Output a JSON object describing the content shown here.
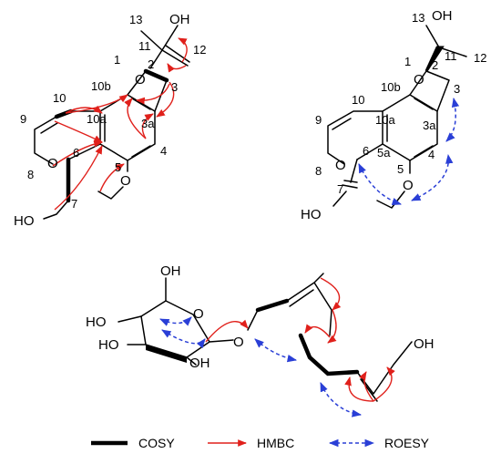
{
  "structure_a": {
    "atom_labels": {
      "o1": "O",
      "o8": "O",
      "o5": "O",
      "ho7": "HO",
      "oh11": "OH"
    },
    "numbers": {
      "n1": "1",
      "n2": "2",
      "n3": "3",
      "n3a": "3a",
      "n4": "4",
      "n5": "5",
      "n6": "6",
      "n7": "7",
      "n8": "8",
      "n9": "9",
      "n10": "10",
      "n10a": "10a",
      "n10b": "10b",
      "n11": "11",
      "n12": "12",
      "n13": "13"
    }
  },
  "structure_b": {
    "atom_labels": {
      "o1": "O",
      "o8": "O",
      "o5": "O",
      "ho7": "HO",
      "oh11": "OH"
    },
    "numbers": {
      "n1": "1",
      "n2": "2",
      "n3": "3",
      "n3a": "3a",
      "n4": "4",
      "n5": "5",
      "n5a": "5a",
      "n6": "6",
      "n7": "7",
      "n8": "8",
      "n9": "9",
      "n10": "10",
      "n10a": "10a",
      "n10b": "10b",
      "n11": "11",
      "n12": "12",
      "n13": "13"
    }
  },
  "structure_c": {
    "atom_labels": {
      "oh_top": "OH",
      "ho_left": "HO",
      "ho_mid": "HO",
      "oh_bot": "OH",
      "o_ring": "O",
      "o_link": "O",
      "oh_end": "OH"
    }
  },
  "legend": {
    "cosy": "COSY",
    "hmbc": "HMBC",
    "roesy": "ROESY"
  },
  "colors": {
    "hmbc": "#e0201b",
    "roesy": "#2a3fd6",
    "cosy": "#000000"
  }
}
